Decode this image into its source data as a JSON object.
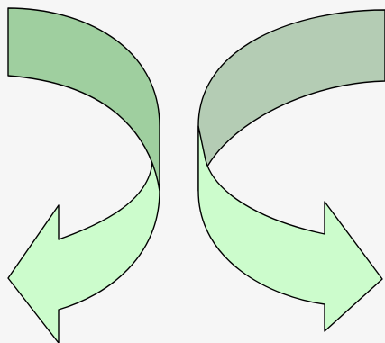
{
  "diagram": {
    "kind": "curved-arrows",
    "arrows": [
      {
        "id": "left",
        "icon": "curved-arrow-down-left-icon",
        "direction": "down-left"
      },
      {
        "id": "right",
        "icon": "curved-arrow-down-right-icon",
        "direction": "down-right"
      }
    ]
  },
  "colors": {
    "background": "#f6f6f6",
    "left_band": "#9fcf9f",
    "right_band": "#b4ccb4",
    "arrow_light": "#ccfccc",
    "outline": "#000000"
  }
}
